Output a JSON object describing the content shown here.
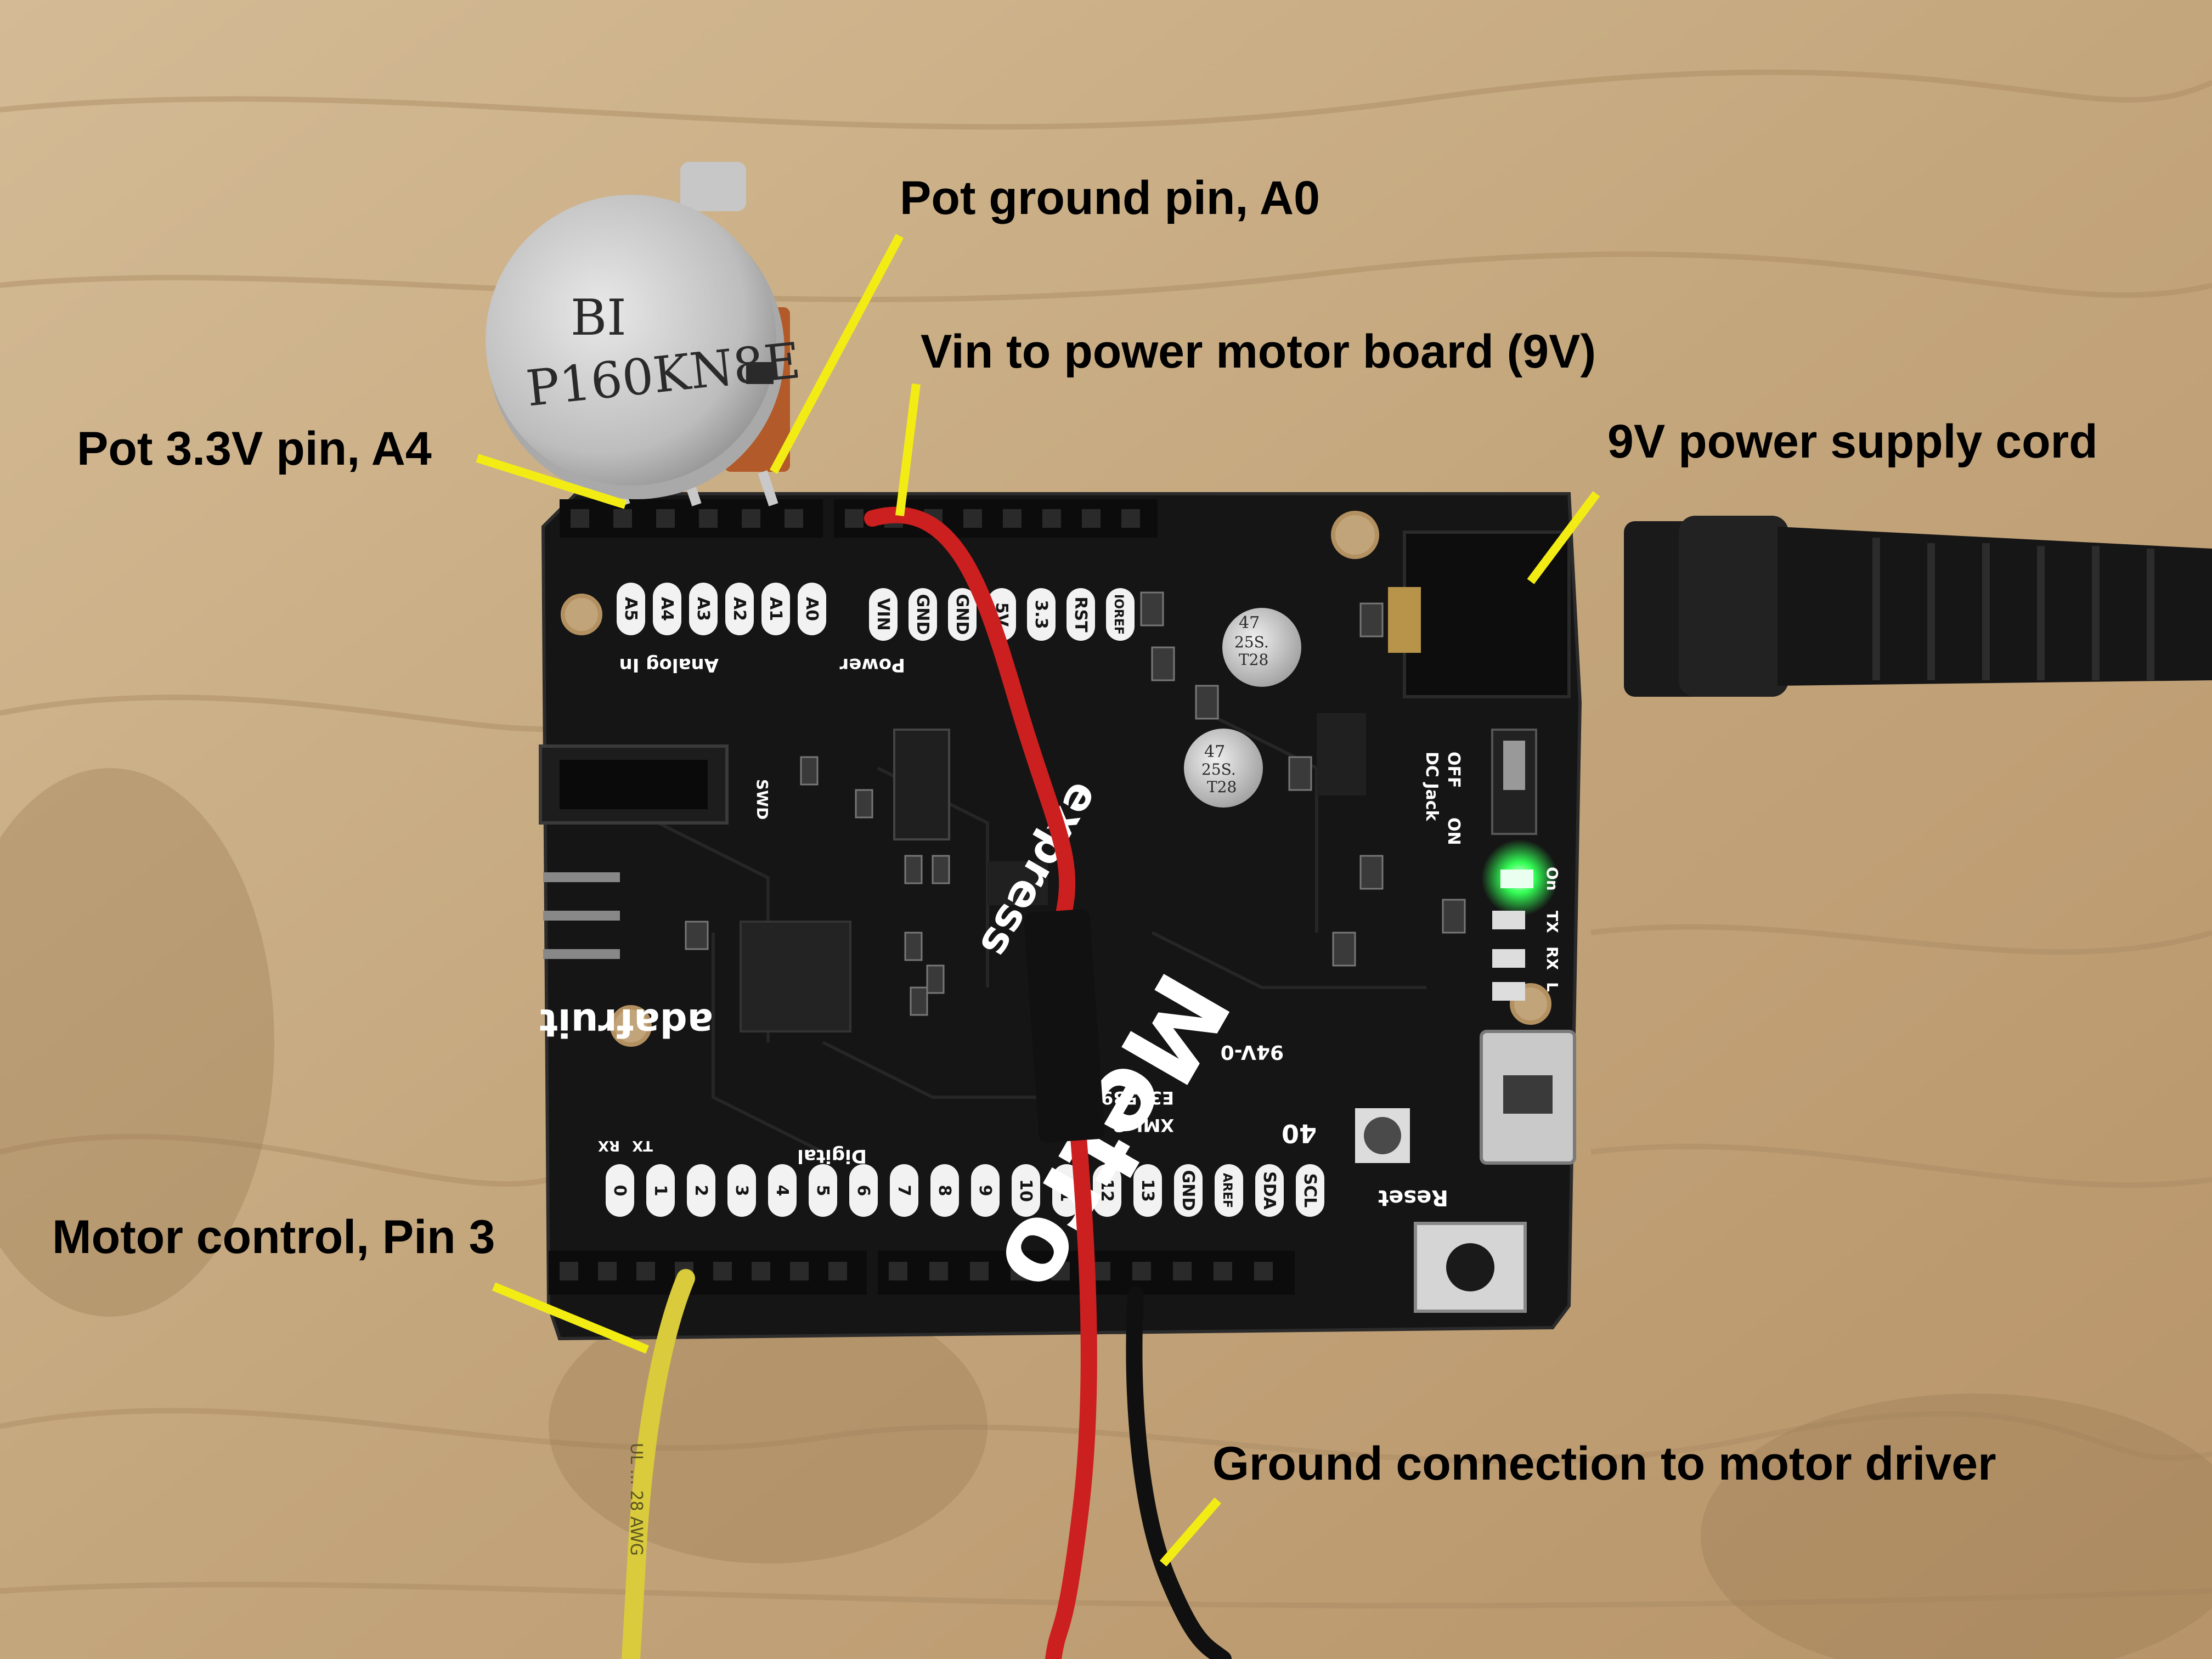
{
  "annotations": {
    "pot_ground": "Pot ground pin, A0",
    "vin": "Vin to power motor board (9V)",
    "pot_33v": "Pot 3.3V pin, A4",
    "power_cord": "9V power supply cord",
    "motor_control": "Motor control, Pin 3",
    "ground_conn": "Ground connection to motor driver"
  },
  "board": {
    "analog_labels": [
      "A5",
      "A4",
      "A3",
      "A2",
      "A1",
      "A0"
    ],
    "section_analog": "Analog In",
    "section_power": "Power",
    "section_digital": "Digital",
    "power_labels": [
      "VIN",
      "GND",
      "GND",
      "5V",
      "3.3",
      "RST",
      "IOREF"
    ],
    "digital_labels": [
      "0",
      "1",
      "2",
      "3",
      "4",
      "5",
      "6",
      "7",
      "8",
      "9",
      "10",
      "11",
      "12",
      "13",
      "GND",
      "AREF",
      "SDA",
      "SCL"
    ],
    "rx_label": "RX",
    "tx_label": "TX",
    "swd_label": "SWD",
    "brand": "adafruit",
    "product": "Metro",
    "product_sub": "express",
    "off_label": "OFF",
    "on_label": "ON",
    "dc_jack_label": "DC Jack",
    "led_on": "On",
    "led_tx": "TX",
    "led_rx": "RX",
    "led_l": "L",
    "reset_label": "Reset",
    "cert_1": "94V-0",
    "cert_2": "E315391",
    "cert_3": "XML-2",
    "badge_40": "40",
    "cap_value": "47",
    "cap_voltage": "25S.",
    "cap_code": "T28"
  },
  "pot": {
    "line1": "BI",
    "line2": "P160KN8E"
  },
  "wire": {
    "print": "UL ... 28 AWG"
  },
  "colors": {
    "callout_line": "#f3ec14",
    "wood": "#c8ad86",
    "board": "#151515",
    "wire_red": "#cc1f1f",
    "wire_yellow": "#d9cb3c",
    "wire_black": "#101010",
    "led_green": "#33ff55"
  }
}
